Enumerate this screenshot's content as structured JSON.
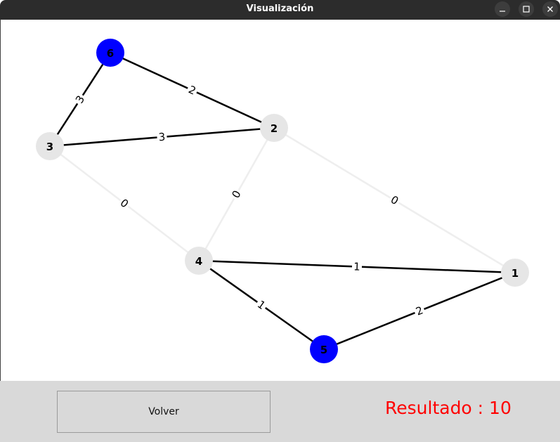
{
  "window": {
    "title": "Visualización",
    "controls": [
      "minimize-icon",
      "maximize-icon",
      "close-icon"
    ],
    "titlebar_color": "#2c2c2c"
  },
  "graph": {
    "colors": {
      "highlighted_node": "#0000ff",
      "default_node": "#e6e6e6",
      "active_edge": "#000000",
      "inactive_edge": "#eeeeee"
    },
    "nodes": [
      {
        "id": "1",
        "label": "1",
        "highlighted": false
      },
      {
        "id": "2",
        "label": "2",
        "highlighted": false
      },
      {
        "id": "3",
        "label": "3",
        "highlighted": false
      },
      {
        "id": "4",
        "label": "4",
        "highlighted": false
      },
      {
        "id": "5",
        "label": "5",
        "highlighted": true
      },
      {
        "id": "6",
        "label": "6",
        "highlighted": true
      }
    ],
    "edges": [
      {
        "from": "6",
        "to": "3",
        "weight": "3",
        "active": true
      },
      {
        "from": "6",
        "to": "2",
        "weight": "2",
        "active": true
      },
      {
        "from": "3",
        "to": "2",
        "weight": "3",
        "active": true
      },
      {
        "from": "3",
        "to": "4",
        "weight": "0",
        "active": false
      },
      {
        "from": "2",
        "to": "4",
        "weight": "0",
        "active": false
      },
      {
        "from": "2",
        "to": "1",
        "weight": "0",
        "active": false
      },
      {
        "from": "4",
        "to": "1",
        "weight": "1",
        "active": true
      },
      {
        "from": "4",
        "to": "5",
        "weight": "1",
        "active": true
      },
      {
        "from": "5",
        "to": "1",
        "weight": "2",
        "active": true
      }
    ]
  },
  "footer": {
    "back_button_label": "Volver",
    "result_text": "Resultado : 10",
    "result_color": "#ff0000"
  }
}
